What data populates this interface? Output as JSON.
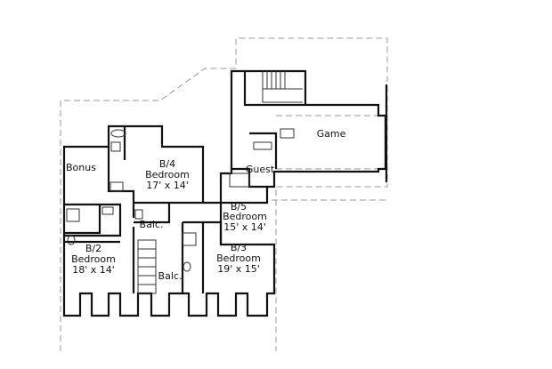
{
  "rooms": {
    "bonus": {
      "name": "Bonus"
    },
    "b4": {
      "name": "B/4",
      "type": "Bedroom",
      "size": "17' x 14'"
    },
    "b5": {
      "name": "B/5",
      "type": "Bedroom",
      "size": "15' x 14'"
    },
    "b2": {
      "name": "B/2",
      "type": "Bedroom",
      "size": "18' x 14'"
    },
    "b3": {
      "name": "B/3",
      "type": "Bedroom",
      "size": "19' x 15'"
    },
    "game": {
      "name": "Game"
    },
    "guest": {
      "name": "Guest"
    },
    "balc_upper": {
      "name": "Balc."
    },
    "balc_lower": {
      "name": "Balc."
    }
  }
}
